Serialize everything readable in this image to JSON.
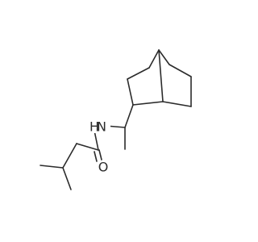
{
  "atoms": {
    "nitrogen": "N",
    "hydrogen": "H",
    "oxygen": "O"
  },
  "colors": {
    "bond": "#2b2b2b",
    "background": "#ffffff"
  }
}
